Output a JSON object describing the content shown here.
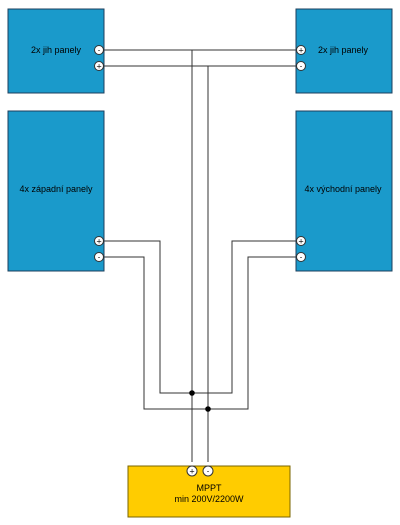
{
  "panels": {
    "south_left": {
      "label": "2x jih panely",
      "terminals": [
        "-",
        "+"
      ]
    },
    "south_right": {
      "label": "2x jih panely",
      "terminals": [
        "+",
        "-"
      ]
    },
    "west": {
      "label": "4x západní panely",
      "terminals": [
        "+",
        "-"
      ]
    },
    "east": {
      "label": "4x východní panely",
      "terminals": [
        "+",
        "-"
      ]
    }
  },
  "mppt": {
    "line1": "MPPT",
    "line2": "min 200V/2200W",
    "terminals": [
      "+",
      "-"
    ]
  },
  "colors": {
    "panel_fill": "#1a9acb",
    "mppt_fill": "#ffcc00",
    "wire": "#333333"
  }
}
